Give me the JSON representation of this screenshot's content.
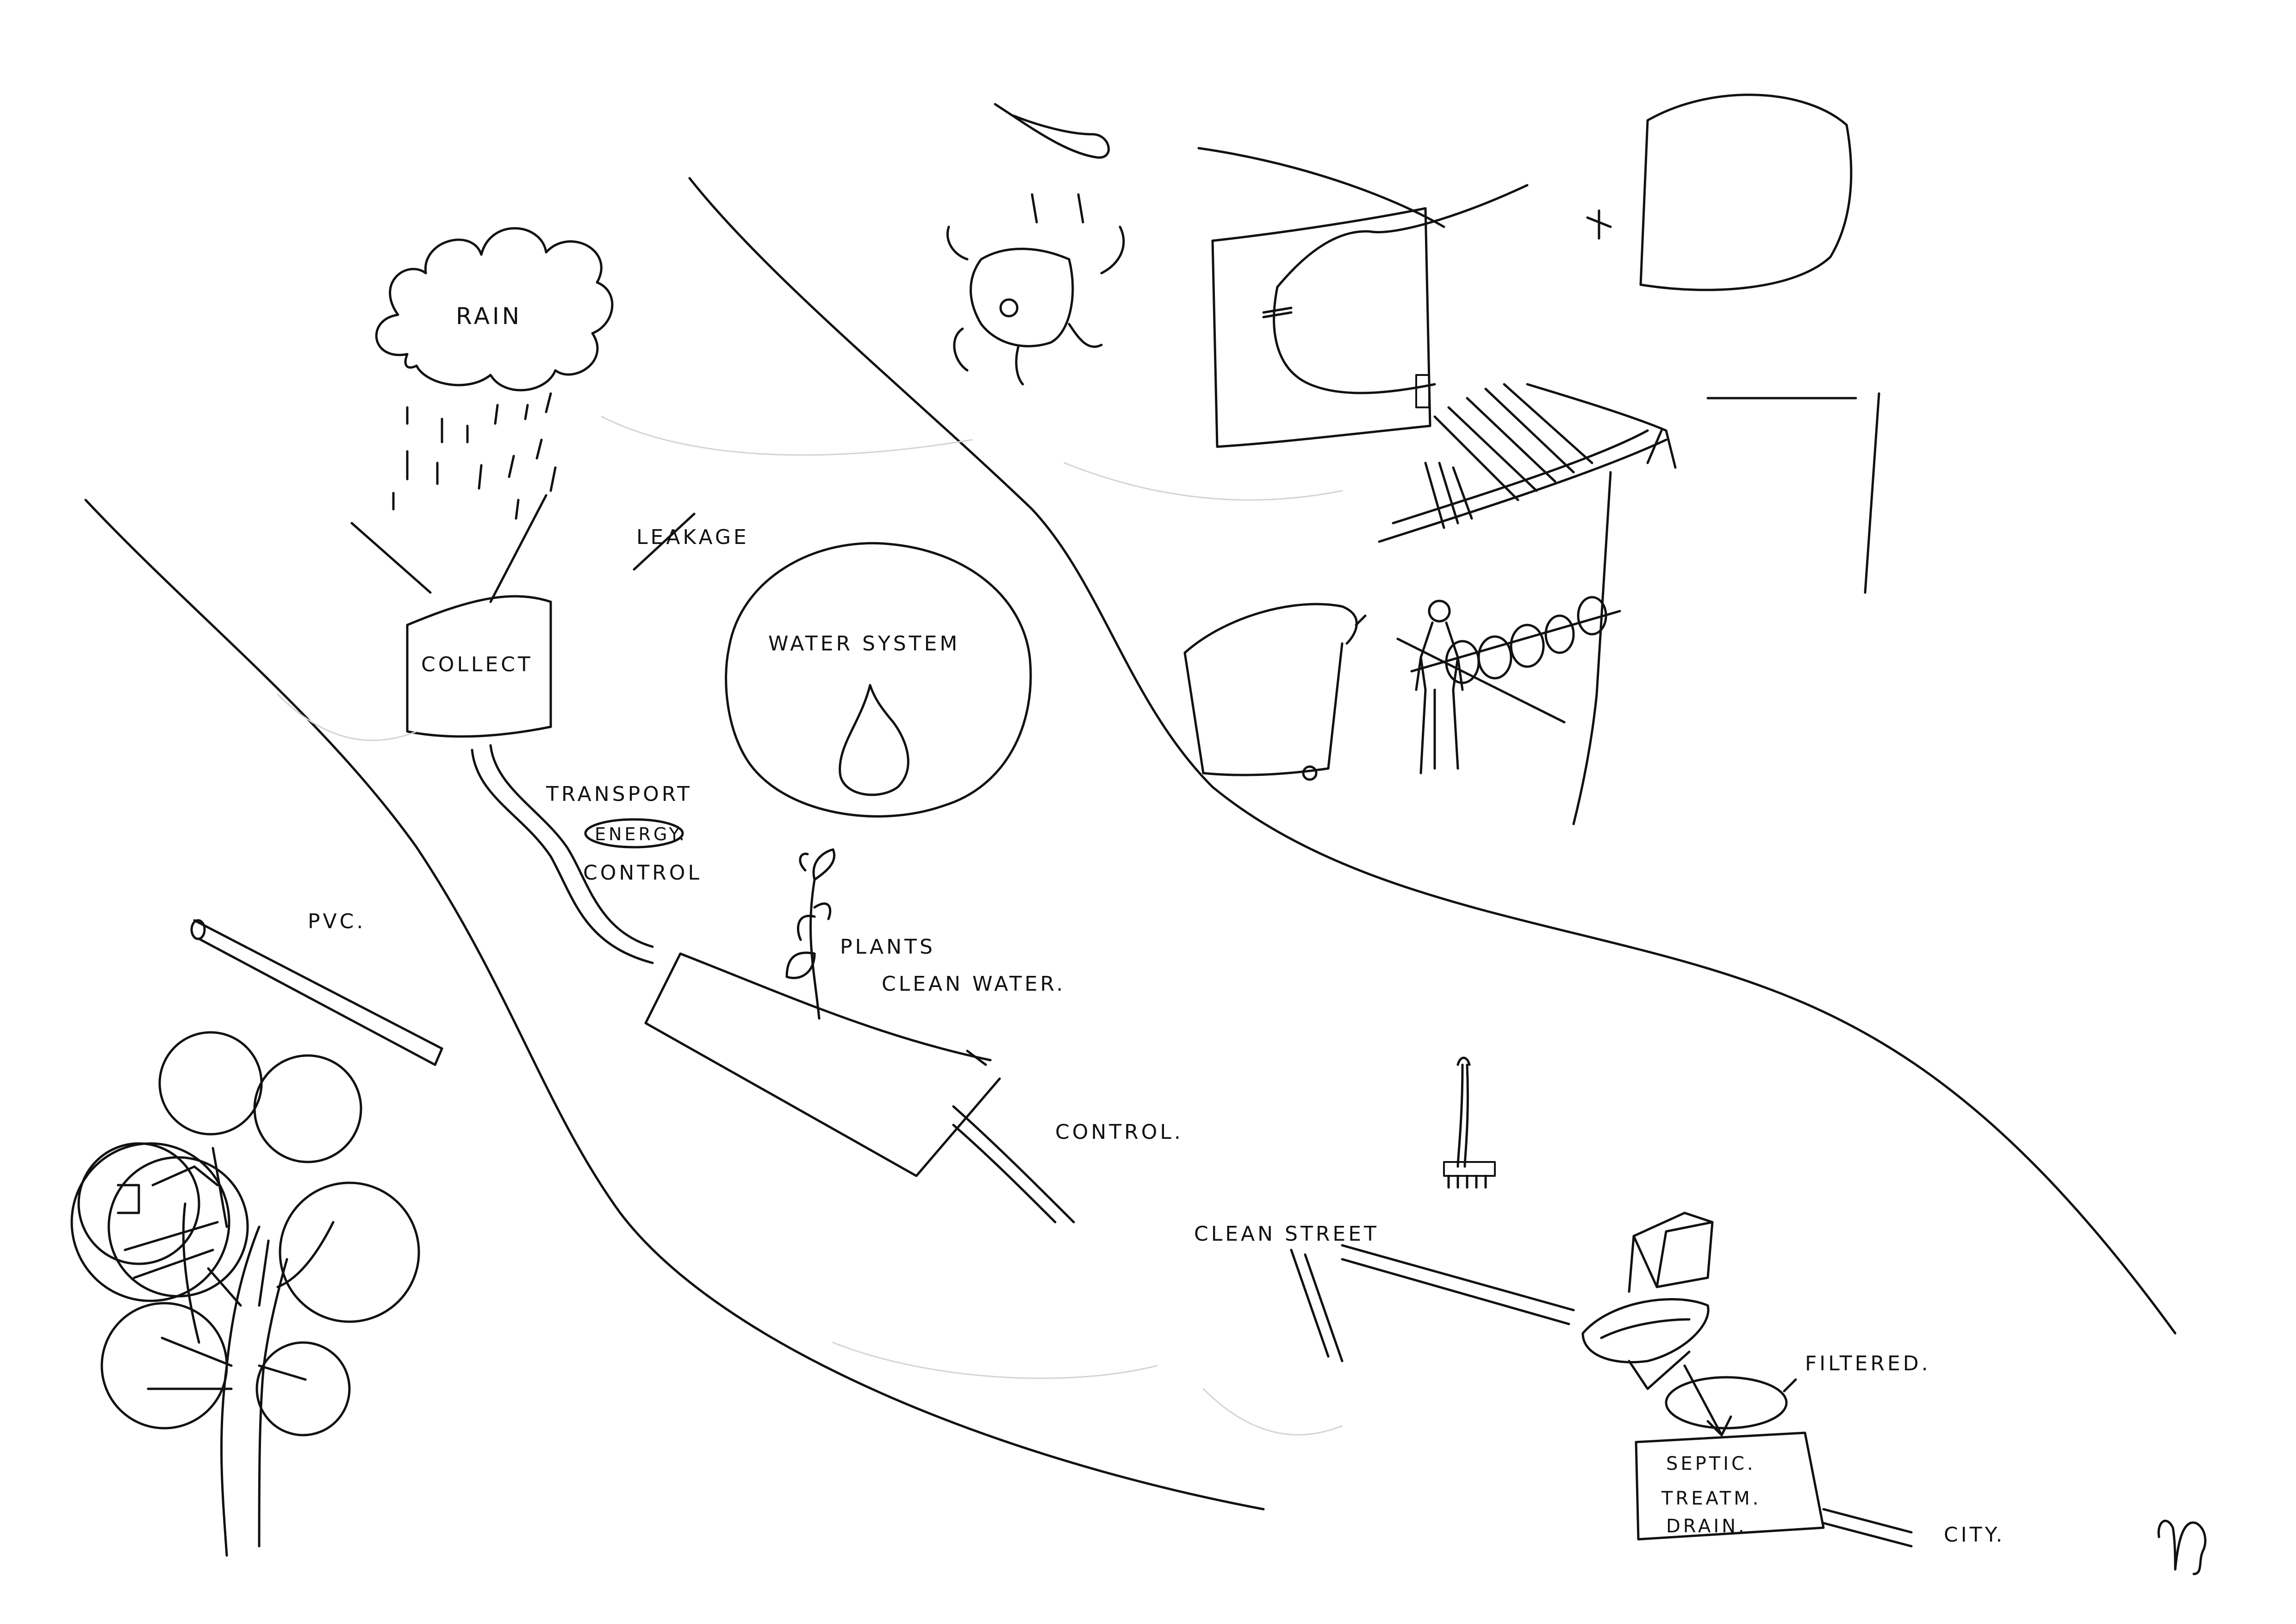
{
  "labels": {
    "rain": "RAIN",
    "collect": "COLLECT",
    "leakage": "LEAKAGE",
    "transport": "TRANSPORT",
    "energy": "ENERGY.",
    "control_1": "CONTROL",
    "water_system": "WATER   SYSTEM",
    "pvc": "PVC.",
    "plants": "PLANTS",
    "clean_water": "CLEAN  WATER.",
    "control_2": "CONTROL.",
    "clean_street": "CLEAN  STREET",
    "filtered": "FILTERED.",
    "septic": "SEPTIC.",
    "treatm": "TREATM.",
    "drain": "DRAIN.",
    "city": "CITY."
  },
  "colors": {
    "paper": "#ffffff",
    "ink": "#111111"
  },
  "icons": [
    "rain-cloud-icon",
    "water-drop-icon",
    "plant-sprout-icon",
    "tree-icon",
    "broom-icon",
    "toilet-icon",
    "person-icon",
    "shower-icon",
    "sun-icon",
    "signature-icon"
  ]
}
